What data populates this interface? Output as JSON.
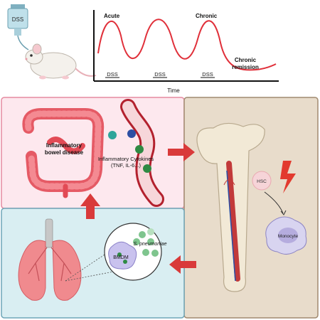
{
  "top_chart": {
    "dss_bottle_label": "DSS",
    "acute_label": "Acute",
    "chronic_label": "Chronic",
    "remission_line1": "Chronic",
    "remission_line2": "remission",
    "dss_marks": [
      "DSS",
      "DSS",
      "DSS"
    ],
    "x_axis_label": "Time",
    "curve_color": "#e0303a"
  },
  "gut_panel": {
    "disease_line1": "Inflammatory",
    "disease_line2": "bowel disease",
    "cytokine_line1": "Inflammatory Cytokines",
    "cytokine_line2": "(TNF, IL-6...)",
    "background": "#fde8ee",
    "border": "#e58aa0"
  },
  "bone_panel": {
    "hsc_label": "HSC",
    "monocyte_label": "Monocyte",
    "background": "#e8dccb",
    "border": "#a08a70"
  },
  "lung_panel": {
    "bmdm_label": "BMDM",
    "pathogen_label": "S. pneumoniae",
    "background": "#d9eef2",
    "border": "#6fa6b8"
  },
  "arrows": {
    "color": "#d93a3a"
  }
}
